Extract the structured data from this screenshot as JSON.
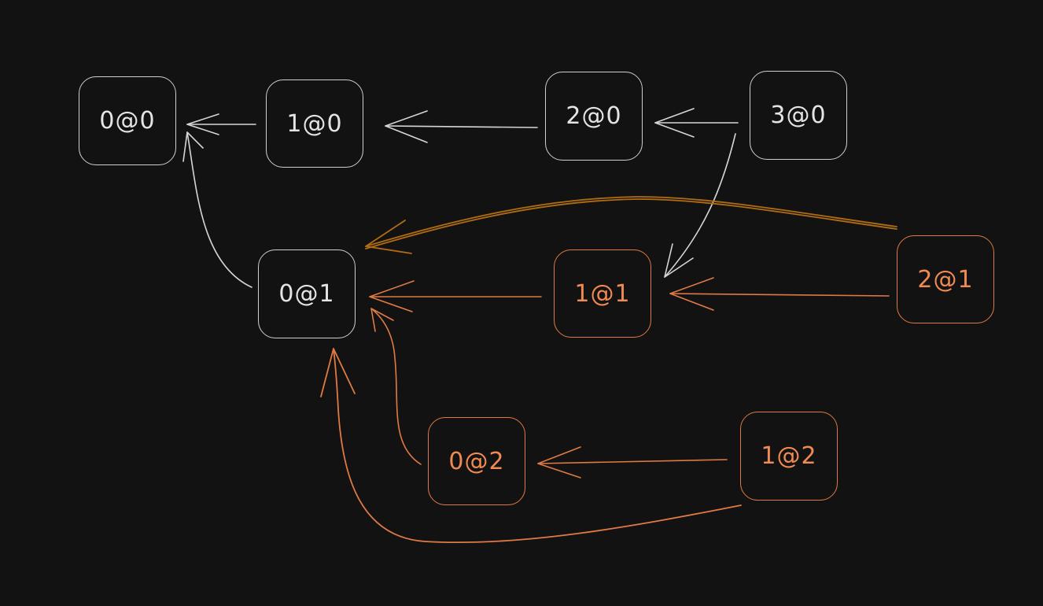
{
  "colors": {
    "background": "#121212",
    "white": "#d6d6d6",
    "orange": "#e07a44",
    "gold": "#b06c12"
  },
  "nodes": [
    {
      "id": "n00",
      "label": "0@0",
      "color": "white"
    },
    {
      "id": "n10",
      "label": "1@0",
      "color": "white"
    },
    {
      "id": "n20",
      "label": "2@0",
      "color": "white"
    },
    {
      "id": "n30",
      "label": "3@0",
      "color": "white"
    },
    {
      "id": "n01",
      "label": "0@1",
      "color": "white"
    },
    {
      "id": "n11",
      "label": "1@1",
      "color": "orange"
    },
    {
      "id": "n21",
      "label": "2@1",
      "color": "orange"
    },
    {
      "id": "n02",
      "label": "0@2",
      "color": "orange"
    },
    {
      "id": "n12",
      "label": "1@2",
      "color": "orange"
    }
  ],
  "edges": [
    {
      "from": "1@0",
      "to": "0@0",
      "color": "white"
    },
    {
      "from": "2@0",
      "to": "1@0",
      "color": "white"
    },
    {
      "from": "3@0",
      "to": "2@0",
      "color": "white"
    },
    {
      "from": "3@0",
      "to": "1@1",
      "color": "white"
    },
    {
      "from": "0@1",
      "to": "0@0",
      "color": "white"
    },
    {
      "from": "1@1",
      "to": "0@1",
      "color": "orange"
    },
    {
      "from": "2@1",
      "to": "1@1",
      "color": "orange"
    },
    {
      "from": "2@1",
      "to": "0@1",
      "color": "gold"
    },
    {
      "from": "0@2",
      "to": "0@1",
      "color": "orange"
    },
    {
      "from": "1@2",
      "to": "0@2",
      "color": "orange"
    },
    {
      "from": "1@2",
      "to": "0@1",
      "color": "orange"
    }
  ]
}
